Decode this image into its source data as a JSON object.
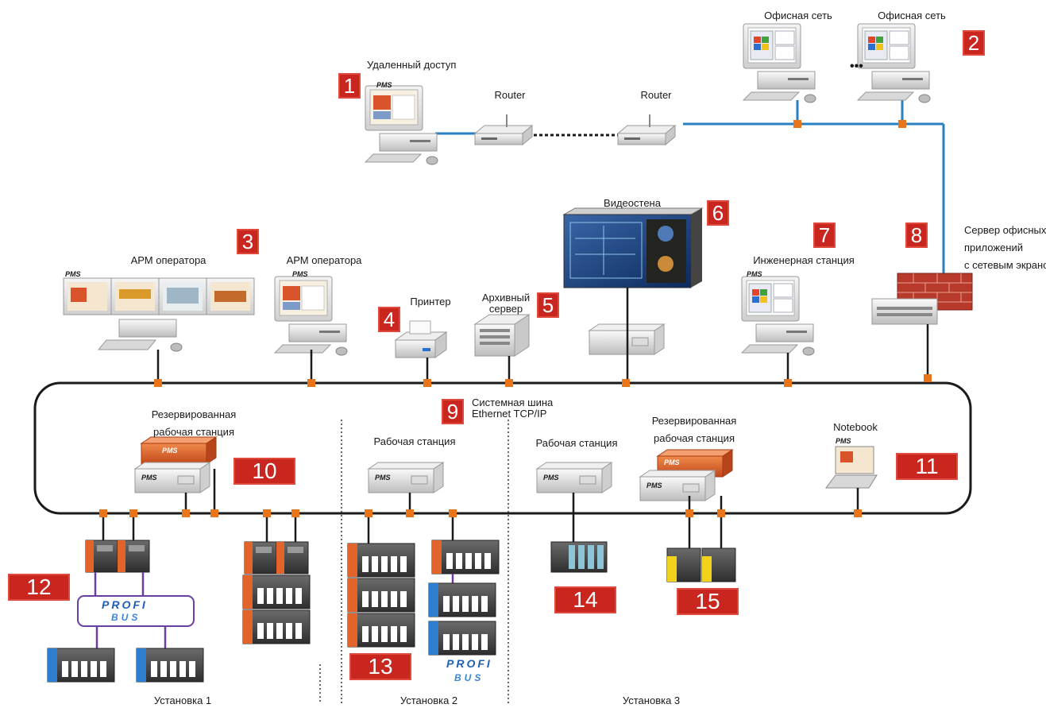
{
  "labels": {
    "remote_access": "Удаленный доступ",
    "router_left": "Router",
    "router_right": "Router",
    "office_net_1": "Офисная сеть",
    "office_net_2": "Офисная сеть",
    "ellipsis": "•••",
    "video_wall": "Видеостена",
    "server_office_line1": "Сервер офисных",
    "server_office_line2": "приложений",
    "server_office_line3": "с сетевым экраном",
    "arm_operator_1": "АРМ оператора",
    "arm_operator_2": "АРМ оператора",
    "printer": "Принтер",
    "archive_line1": "Архивный",
    "archive_line2": "сервер",
    "engineering": "Инженерная станция",
    "bus_line1": "Системная шина",
    "bus_line2": "Ethernet TCP/IP",
    "redundant_ws_1_line1": "Резервированная",
    "redundant_ws_1_line2": "рабочая станция",
    "workstation_1": "Рабочая станция",
    "workstation_2": "Рабочая станция",
    "redundant_ws_2_line1": "Резервированная",
    "redundant_ws_2_line2": "рабочая станция",
    "notebook": "Notebook",
    "install_1": "Установка   1",
    "install_2": "Установка   2",
    "install_3": "Установка   3",
    "logo_pms": "PMS",
    "logo_profibus_top": "PROFI",
    "logo_profibus_bottom": "BUS"
  },
  "badges": [
    "1",
    "2",
    "3",
    "4",
    "5",
    "6",
    "7",
    "8",
    "9",
    "10",
    "11",
    "12",
    "13",
    "14",
    "15"
  ],
  "colors": {
    "badge": "#c8261e",
    "connector": "#e8751a",
    "office_link": "#2a7fc1",
    "profibus_link": "#6b3fa0",
    "bus_ring": "#1a1a1a"
  },
  "icons": [
    "monitor-icon",
    "router-icon",
    "printer-icon",
    "server-icon",
    "firewall-icon",
    "video-wall-icon",
    "notebook-icon",
    "plc-rack-icon",
    "profibus-logo"
  ]
}
